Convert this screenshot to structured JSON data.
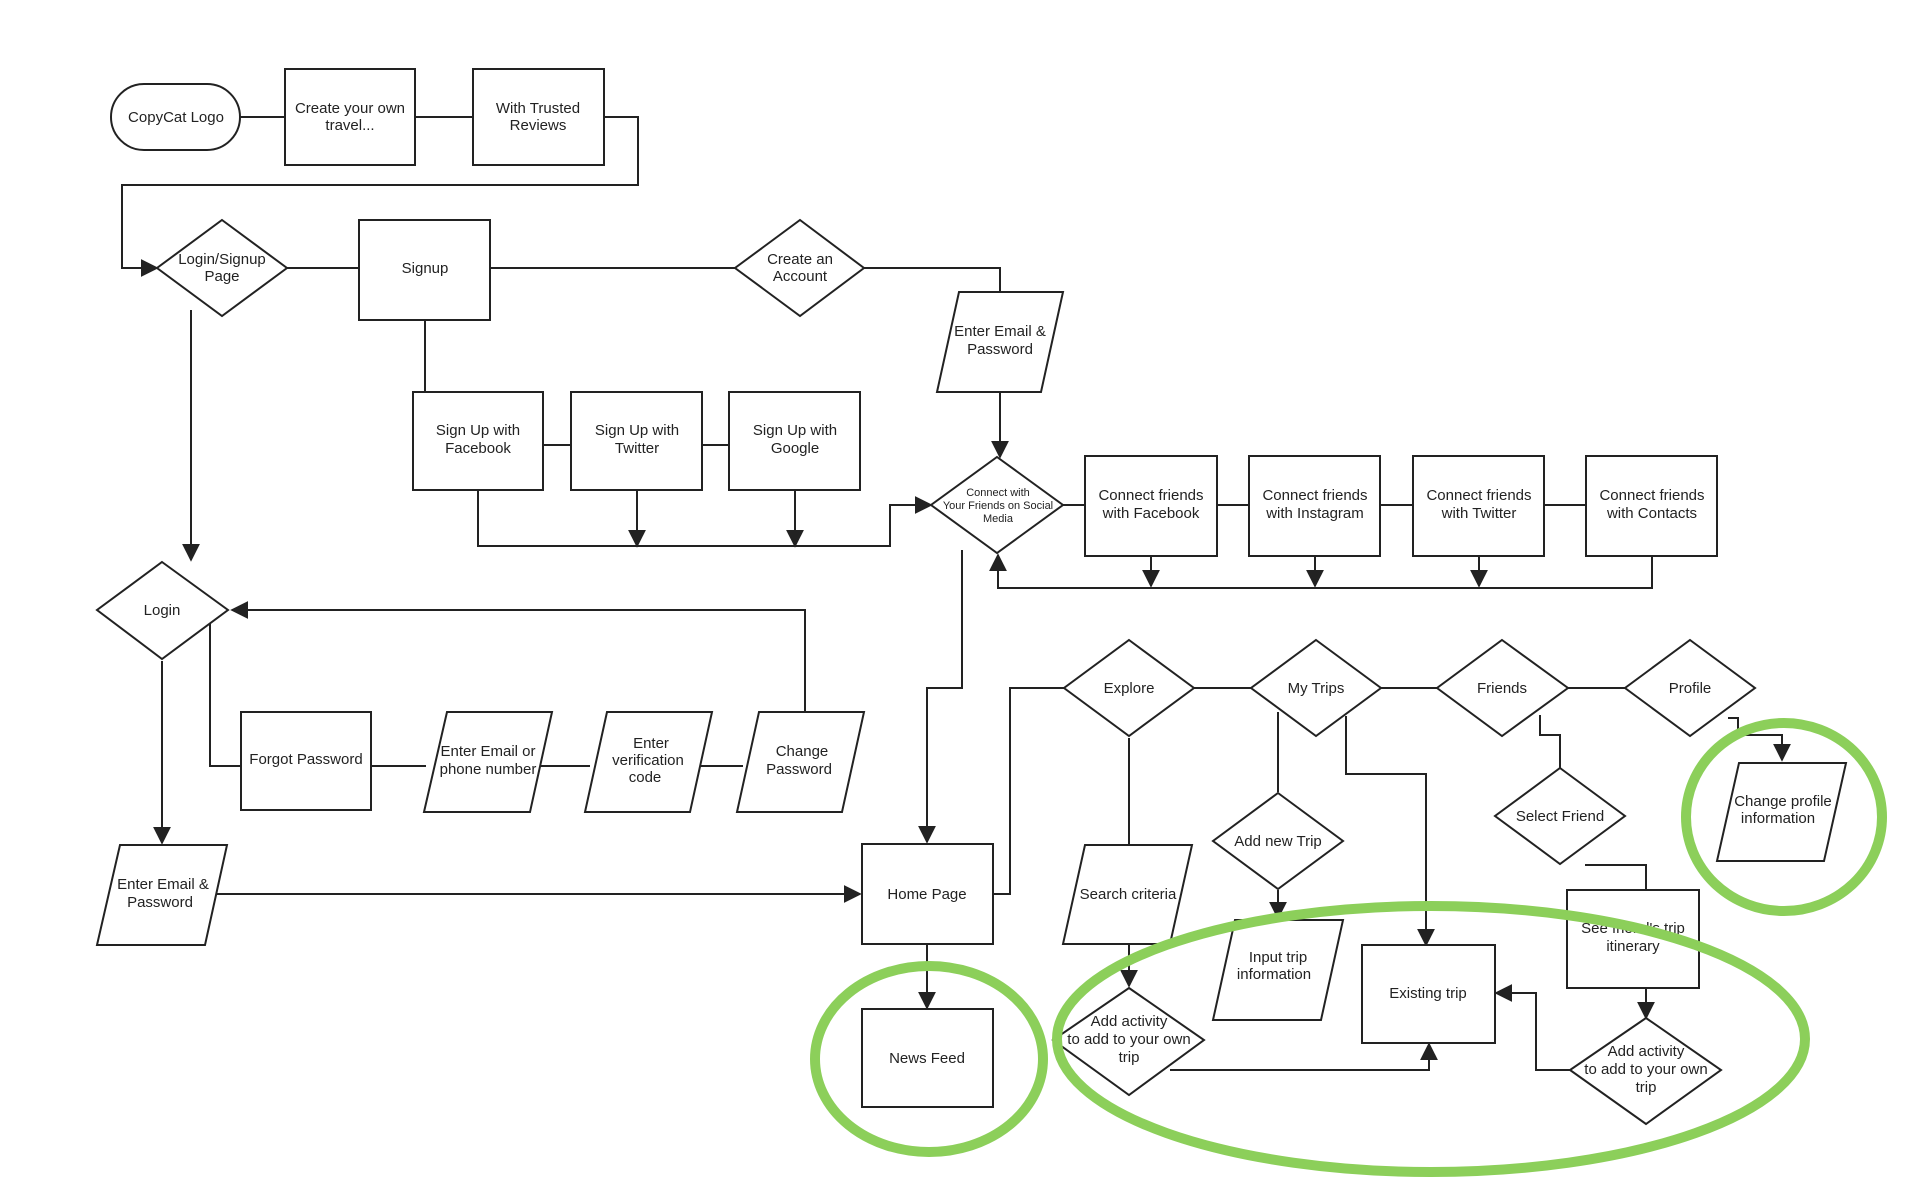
{
  "colors": {
    "stroke": "#222222",
    "highlight": "#8ccf5a",
    "background": "#ffffff"
  },
  "nodes": {
    "logo": "CopyCat Logo",
    "create_travel": [
      "Create your own",
      "travel..."
    ],
    "trusted_reviews": [
      "With Trusted",
      "Reviews"
    ],
    "login_signup": [
      "Login/Signup",
      "Page"
    ],
    "signup": "Signup",
    "create_account": [
      "Create an",
      "Account"
    ],
    "enter_email_signup": [
      "Enter Email &",
      "Password"
    ],
    "signup_facebook": [
      "Sign Up with",
      "Facebook"
    ],
    "signup_twitter": [
      "Sign Up with",
      "Twitter"
    ],
    "signup_google": [
      "Sign Up with",
      "Google"
    ],
    "connect_social": [
      "Connect with",
      "Your Friends on Social",
      "Media"
    ],
    "connect_facebook": [
      "Connect friends",
      "with Facebook"
    ],
    "connect_instagram": [
      "Connect friends",
      "with Instagram"
    ],
    "connect_twitter": [
      "Connect friends",
      "with Twitter"
    ],
    "connect_contacts": [
      "Connect friends",
      "with Contacts"
    ],
    "login": "Login",
    "forgot_password": "Forgot Password",
    "enter_email_phone": [
      "Enter Email or",
      "phone number"
    ],
    "enter_code": [
      "Enter",
      "verification",
      "code"
    ],
    "change_password": [
      "Change",
      "Password"
    ],
    "enter_email_login": [
      "Enter Email &",
      "Password"
    ],
    "home_page": "Home Page",
    "news_feed": "News Feed",
    "explore": "Explore",
    "my_trips": "My Trips",
    "friends": "Friends",
    "profile": "Profile",
    "change_profile": [
      "Change profile",
      "information"
    ],
    "search_criteria": "Search criteria",
    "add_new_trip": "Add new Trip",
    "input_trip": [
      "Input trip",
      "information"
    ],
    "existing_trip": "Existing trip",
    "select_friend": "Select Friend",
    "friend_itinerary": [
      "See friend's trip",
      "itinerary"
    ],
    "add_activity_explore": [
      "Add activity",
      "to add to your own",
      "trip"
    ],
    "add_activity_friend": [
      "Add activity",
      "to add to your own",
      "trip"
    ]
  }
}
